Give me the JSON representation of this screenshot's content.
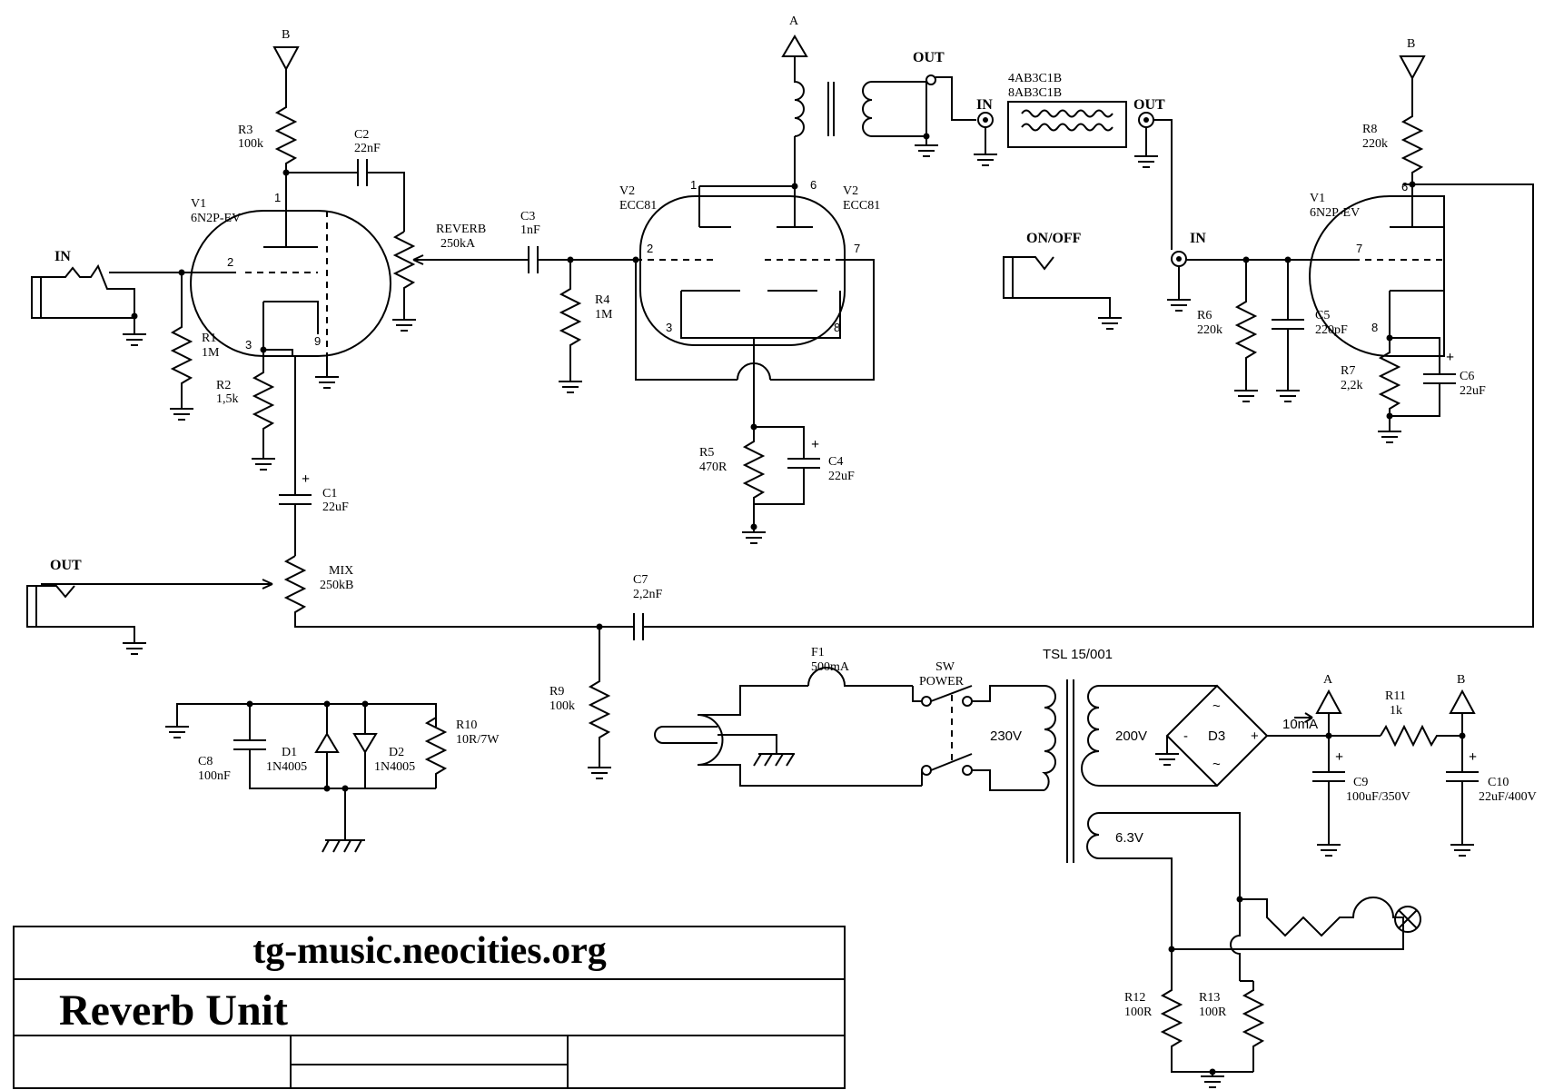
{
  "title_block": {
    "website": "tg-music.neocities.org",
    "title": "Reverb Unit"
  },
  "labels": {
    "in_jack": "IN",
    "out_jack": "OUT",
    "onoff_jack": "ON/OFF",
    "tank_out": "OUT",
    "tank_in": "IN",
    "tank_ret_out": "OUT",
    "tank_ret_in": "IN",
    "rail_a_top": "A",
    "rail_b_left": "B",
    "rail_b_right": "B",
    "rail_a_psu": "A",
    "rail_b_psu": "B",
    "transformer": "TSL 15/001",
    "v230": "230V",
    "v200": "200V",
    "v63": "6.3V",
    "i10": "10mA",
    "d3": "D3",
    "plus": "+",
    "minus": "-",
    "tilde": "~"
  },
  "tank": {
    "line1": "4AB3C1B",
    "line2": "8AB3C1B"
  },
  "components": {
    "R1": [
      "R1",
      "1M"
    ],
    "R2": [
      "R2",
      "1,5k"
    ],
    "R3": [
      "R3",
      "100k"
    ],
    "R4": [
      "R4",
      "1M"
    ],
    "R5": [
      "R5",
      "470R"
    ],
    "R6": [
      "R6",
      "220k"
    ],
    "R7": [
      "R7",
      "2,2k"
    ],
    "R8": [
      "R8",
      "220k"
    ],
    "R9": [
      "R9",
      "100k"
    ],
    "R10": [
      "R10",
      "10R/7W"
    ],
    "R11": [
      "R11",
      "1k"
    ],
    "R12": [
      "R12",
      "100R"
    ],
    "R13": [
      "R13",
      "100R"
    ],
    "C1": [
      "C1",
      "22uF"
    ],
    "C2": [
      "C2",
      "22nF"
    ],
    "C3": [
      "C3",
      "1nF"
    ],
    "C4": [
      "C4",
      "22uF"
    ],
    "C5": [
      "C5",
      "220pF"
    ],
    "C6": [
      "C6",
      "22uF"
    ],
    "C7": [
      "C7",
      "2,2nF"
    ],
    "C8": [
      "C8",
      "100nF"
    ],
    "C9": [
      "C9",
      "100uF/350V"
    ],
    "C10": [
      "C10",
      "22uF/400V"
    ],
    "D1": [
      "D1",
      "1N4005"
    ],
    "D2": [
      "D2",
      "1N4005"
    ],
    "F1": [
      "F1",
      "500mA"
    ],
    "SW": [
      "SW",
      "POWER"
    ],
    "REVERB": [
      "REVERB",
      "250kA"
    ],
    "MIX": [
      "MIX",
      "250kB"
    ],
    "V1L": [
      "V1",
      "6N2P-EV"
    ],
    "V1R": [
      "V1",
      "6N2P-EV"
    ],
    "V2L": [
      "V2",
      "ECC81"
    ],
    "V2R": [
      "V2",
      "ECC81"
    ]
  },
  "pins": {
    "v1l": [
      "1",
      "2",
      "3",
      "9"
    ],
    "v2": [
      "1",
      "6",
      "2",
      "7",
      "3",
      "8"
    ],
    "v1r": [
      "6",
      "7",
      "8"
    ]
  }
}
